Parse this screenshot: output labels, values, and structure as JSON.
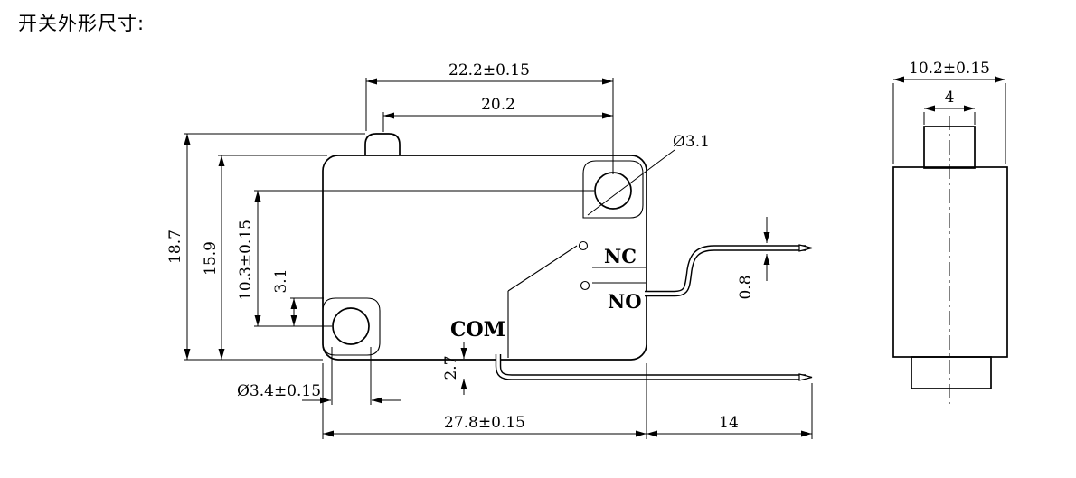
{
  "title": "开关外形尺寸:",
  "accent_color": "#000000",
  "front_view": {
    "terminal_labels": {
      "nc": "NC",
      "no": "NO",
      "com": "COM"
    },
    "dimensions": {
      "overall_width_top": "22.2±0.15",
      "plunger_to_hole": "20.2",
      "total_height": "18.7",
      "body_height": "15.9",
      "hole_center_distance": "10.3±0.15",
      "hole_edge_offset": "3.1",
      "top_hole_diameter": "Ø3.1",
      "bottom_hole_diameter": "Ø3.4±0.15",
      "terminal_thickness": "0.8",
      "com_terminal_offset": "2.7",
      "body_width": "27.8±0.15",
      "terminal_length": "14"
    }
  },
  "side_view": {
    "dimensions": {
      "body_depth": "10.2±0.15",
      "plunger_width": "4"
    }
  }
}
